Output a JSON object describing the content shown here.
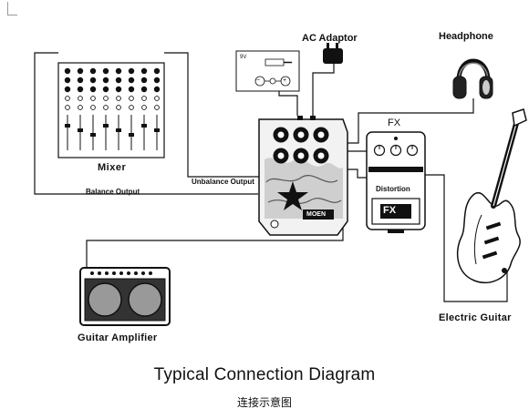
{
  "diagram": {
    "caption": "Typical Connection Diagram",
    "subcaption": "连接示意图",
    "labels": {
      "ac_adaptor": "AC Adaptor",
      "headphone": "Headphone",
      "mixer": "Mixer",
      "fx": "FX",
      "balance_output": "Balance Output",
      "unbalance_output": "Unbalance Output",
      "distortion": "Distortion",
      "fx_badge": "FX",
      "electric_guitar": "Electric Guitar",
      "guitar_amplifier": "Guitar Amplifier",
      "pedal_brand": "MOEN",
      "power_spec": "9V",
      "power_polarity_minus": "−",
      "power_polarity_plus": "+"
    }
  }
}
